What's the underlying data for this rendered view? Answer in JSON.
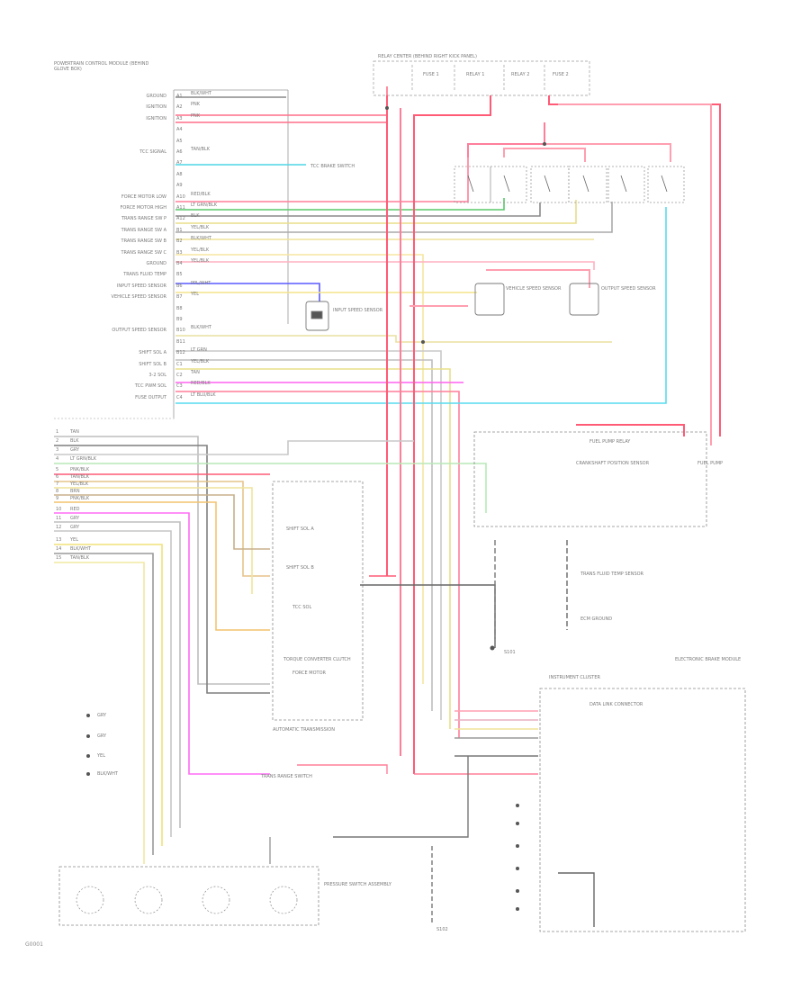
{
  "colors": {
    "red": "#ff4f6b",
    "pink": "#ff9fb0",
    "green": "#3fbf3f",
    "lightgreen": "#9fe39f",
    "yellow": "#f0e27a",
    "paleyellow": "#f5efa8",
    "cyan": "#33d6ee",
    "magenta": "#ff5cf4",
    "blue": "#3f45ff",
    "gray": "#8c8c8c",
    "black": "#444444",
    "orange": "#f5c8a0"
  },
  "ecm_block_title": "POWERTRAIN CONTROL MODULE (BEHIND GLOVE BOX)",
  "relay_block_title": "RELAY CENTER (BEHIND RIGHT KICK PANEL)",
  "ecm_pin_labels": [
    "GROUND",
    "IGNITION",
    "IGNITION",
    "",
    "",
    "TCC SIGNAL",
    "",
    "",
    "",
    "FORCE MOTOR LOW",
    "FORCE MOTOR HIGH",
    "TRANS RANGE SW P",
    "TRANS RANGE SW A",
    "TRANS RANGE SW B",
    "TRANS RANGE SW C",
    "GROUND",
    "TRANS FLUID TEMP",
    "INPUT SPEED SENSOR",
    "VEHICLE SPEED SENSOR",
    "",
    "",
    "OUTPUT SPEED SENSOR",
    "",
    "SHIFT SOL A",
    "SHIFT SOL B",
    "3-2 SOL",
    "TCC PWM SOL",
    "FUSE OUTPUT"
  ],
  "ecm_wire_labels": [
    "BLK/WHT",
    "PNK",
    "PNK",
    "",
    "",
    "TAN/BLK",
    "",
    "",
    "",
    "RED/BLK",
    "LT GRN/BLK",
    "BLK",
    "YEL/BLK",
    "BLK/WHT",
    "YEL/BLK",
    "YEL/BLK",
    "",
    "PPL/WHT",
    "YEL",
    "",
    "",
    "BLK/WHT",
    "",
    "LT GRN",
    "YEL/BLK",
    "TAN",
    "RED/BLK",
    "LT BLU/BLK"
  ],
  "ecm_pin_numbers": [
    "A1",
    "A2",
    "A3",
    "A4",
    "A5",
    "A6",
    "A7",
    "A8",
    "A9",
    "A10",
    "A11",
    "A12",
    "B1",
    "B2",
    "B3",
    "B4",
    "B5",
    "B6",
    "B7",
    "B8",
    "B9",
    "B10",
    "B11",
    "B12",
    "C1",
    "C2",
    "C3",
    "C4"
  ],
  "relay_labels": [
    "FUSE 1",
    "RELAY 1",
    "RELAY 2",
    "FUSE 2"
  ],
  "module_labels": {
    "tcc_brake_switch": "TCC BRAKE SWITCH",
    "vehicle_speed_sensor": "VEHICLE SPEED SENSOR",
    "input_speed_sensor": "INPUT SPEED SENSOR",
    "output_speed_sensor": "OUTPUT SPEED SENSOR",
    "trans_fluid_temp": "TRANS FLUID TEMP SENSOR",
    "pressure_switch": "PRESSURE SWITCH ASSEMBLY",
    "shift_sol_a": "SHIFT SOL A",
    "shift_sol_b": "SHIFT SOL B",
    "tcc_sol": "TCC SOL",
    "force_motor": "FORCE MOTOR",
    "auto_trans": "AUTOMATIC TRANSMISSION",
    "torque_conv_clutch": "TORQUE CONVERTER CLUTCH",
    "trans_range_switch": "TRANS RANGE SWITCH",
    "fuel_pump_relay": "FUEL PUMP RELAY",
    "crank_sensor": "CRANKSHAFT POSITION SENSOR",
    "fuel_pump": "FUEL PUMP",
    "splice_1": "S101",
    "splice_2": "S102",
    "instrument_cluster": "INSTRUMENT CLUSTER",
    "data_link": "DATA LINK CONNECTOR",
    "ecm_ground": "ECM GROUND",
    "electronic_modules": "ELECTRONIC BRAKE MODULE"
  },
  "left_connector_labels": [
    "TAN",
    "BLK",
    "GRY",
    "LT GRN/BLK",
    "PNK/BLK",
    "TAN/BLK",
    "YEL/BLK",
    "BRN",
    "PNK/BLK",
    "RED",
    "GRY",
    "GRY",
    "YEL",
    "BLK/WHT",
    "TAN/BLK"
  ],
  "left_pin_numbers": [
    "1",
    "2",
    "3",
    "4",
    "5",
    "6",
    "7",
    "8",
    "9",
    "10",
    "11",
    "12",
    "13",
    "14",
    "15"
  ],
  "bottom_left_labels": [
    "GRY",
    "GRY",
    "YEL",
    "BLK/WHT"
  ],
  "footer_code": "G0001"
}
